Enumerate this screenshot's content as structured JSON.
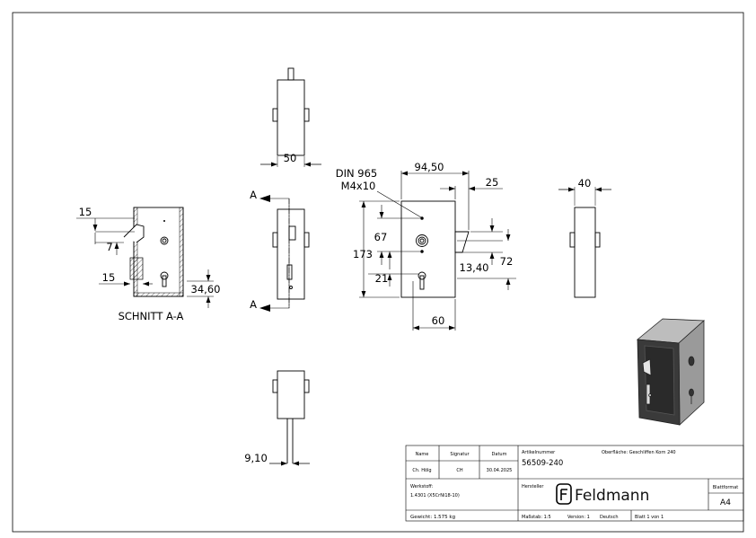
{
  "views": {
    "top_dim": "50",
    "bottom_dim": "9,10",
    "side_right_dim": "40",
    "section_label_top": "A",
    "section_label_bottom": "A",
    "section_title": "SCHNITT A-A"
  },
  "section_dims": {
    "d15_top": "15",
    "d7": "7",
    "d15_bottom": "15",
    "d34_60": "34,60"
  },
  "front_dims": {
    "din_line1": "DIN 965",
    "din_line2": "M4x10",
    "d94_50": "94,50",
    "d25": "25",
    "d67": "67",
    "d173": "173",
    "d13_40": "13,40",
    "d72": "72",
    "d21": "21",
    "d60": "60"
  },
  "title_block": {
    "h_name": "Name",
    "h_signatur": "Signatur",
    "h_datum": "Datum",
    "v_name": "Ch. Hölg",
    "v_signatur": "CH",
    "v_datum": "30.04.2025",
    "werkstoff_label": "Werkstoff:",
    "werkstoff_value": "1.4301 (X5CrNi18-10)",
    "gewicht": "Gewicht: 1.575 kg",
    "artikel_label": "Artikelnummer",
    "artikel_value": "56509-240",
    "oberflaeche": "Oberfläche:  Geschliffen Korn 240",
    "hersteller": "Hersteller",
    "logo_text": "Feldmann",
    "massstab": "Maßstab: 1:5",
    "version": "Version: 1",
    "sprache": "Deutsch",
    "blatt": "Blatt 1 von 1",
    "blattformat_label": "Blattformat",
    "blattformat_value": "A4"
  }
}
